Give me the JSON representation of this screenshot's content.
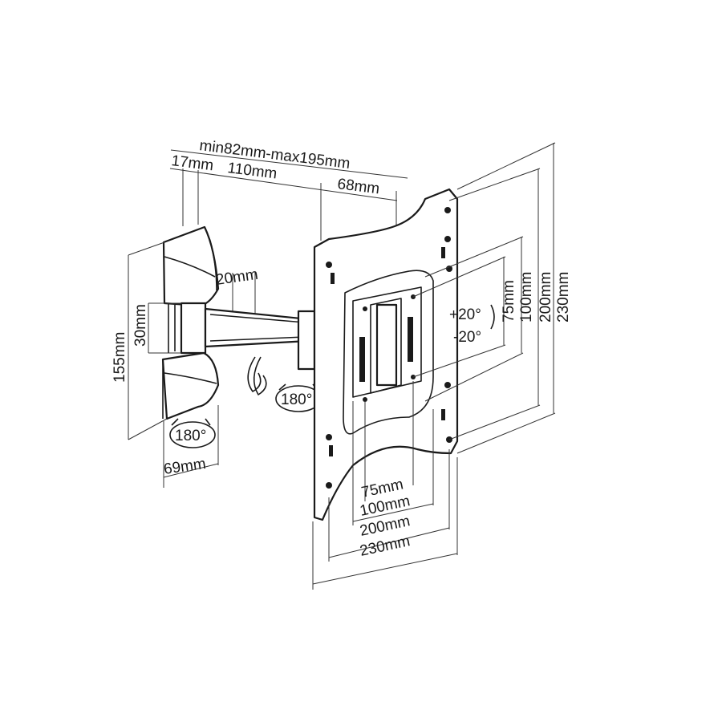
{
  "arm_dims": {
    "extension": "min82mm-max195mm",
    "seg1": "17mm",
    "seg2": "110mm",
    "seg3": "68mm",
    "arm_offset": "20mm",
    "plate_height": "155mm",
    "arm_height": "30mm",
    "plate_width": "69mm",
    "swivel_wall": "180°",
    "swivel_arm": "180°"
  },
  "tilt": {
    "up": "+20°",
    "down": "-20°"
  },
  "vesa_vertical": [
    "75mm",
    "100mm",
    "200mm",
    "230mm"
  ],
  "vesa_horizontal": [
    "75mm",
    "100mm",
    "200mm",
    "230mm"
  ],
  "colors": {
    "line": "#1a1a1a",
    "background": "#ffffff"
  }
}
